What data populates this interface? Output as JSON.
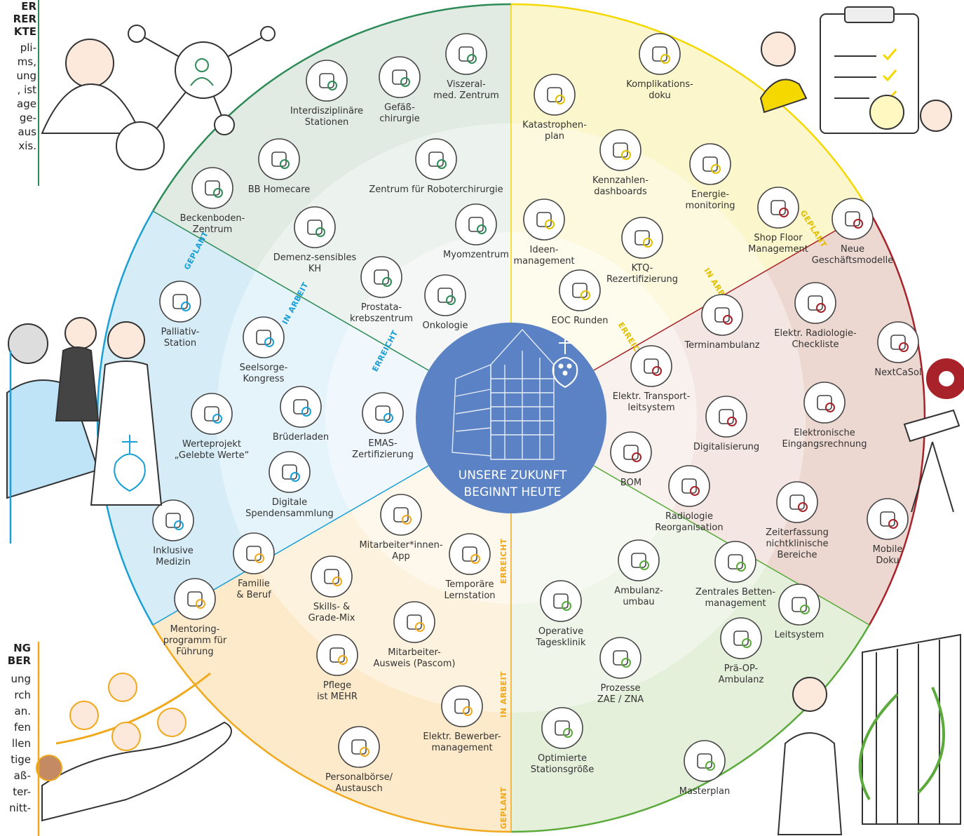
{
  "center": {
    "line1": "UNSERE ZUKUNFT",
    "line2": "BEGINNT HEUTE"
  },
  "colors": {
    "green": "#2e8b57",
    "green_fill": "#dfe9e1",
    "yellow": "#f5d800",
    "yellow_fill": "#fbf5c8",
    "red": "#a8222a",
    "red_fill": "#ecd6cf",
    "blue": "#1a9fd6",
    "blue_fill": "#d4ecf8",
    "orange": "#f0a81c",
    "orange_fill": "#fce9c7",
    "lime": "#5aaa3c",
    "lime_fill": "#e4efd9",
    "hub": "#5b82c4"
  },
  "ring_labels": {
    "blue": [
      "GEPLANT",
      "IN ARBEIT",
      "ERREICHT"
    ],
    "yellow": [
      "GEPLANT",
      "IN ARBEIT",
      "ERREICHT"
    ],
    "orange": [
      "ERREICHT",
      "IN ARBEIT",
      "GEPLANT"
    ]
  },
  "nodes": [
    {
      "id": "viszeral",
      "lines": [
        "Viszeral-",
        "med. Zentrum"
      ],
      "icon": "organ-icon"
    },
    {
      "id": "gefaess",
      "lines": [
        "Gefäß-",
        "chirurgie"
      ],
      "icon": "rsg-2025-icon"
    },
    {
      "id": "interdisziplinaer",
      "lines": [
        "Interdisziplinäre",
        "Stationen"
      ],
      "icon": "people-cycle-icon"
    },
    {
      "id": "homecare",
      "lines": [
        "BB Homecare"
      ],
      "icon": "house-hand-icon"
    },
    {
      "id": "robot",
      "lines": [
        "Zentrum für Roboterchirurgie"
      ],
      "icon": "robot-arm-icon"
    },
    {
      "id": "beckenboden",
      "lines": [
        "Beckenboden-",
        "Zentrum"
      ],
      "icon": "pelvis-icon"
    },
    {
      "id": "demenz",
      "lines": [
        "Demenz-sensibles",
        "KH"
      ],
      "icon": "head-puzzle-icon"
    },
    {
      "id": "myom",
      "lines": [
        "Myomzentrum"
      ],
      "icon": "uterus-icon"
    },
    {
      "id": "prostata",
      "lines": [
        "Prostata-",
        "krebszentrum"
      ],
      "icon": "ribbon-icon"
    },
    {
      "id": "onkologie",
      "lines": [
        "Onkologie"
      ],
      "icon": "cancer-ribbon-icon"
    },
    {
      "id": "palliativ",
      "lines": [
        "Palliativ-",
        "Station"
      ],
      "icon": "heart-hands-icon"
    },
    {
      "id": "seelsorge",
      "lines": [
        "Seelsorge-",
        "Kongress"
      ],
      "icon": "audience-icon"
    },
    {
      "id": "werte",
      "lines": [
        "Werteprojekt",
        "„Gelebte Werte“"
      ],
      "icon": "compass-icon"
    },
    {
      "id": "brueder",
      "lines": [
        "Brüderladen"
      ],
      "icon": "shop-icon"
    },
    {
      "id": "emas",
      "lines": [
        "EMAS-",
        "Zertifizierung"
      ],
      "icon": "eu-leaf-icon"
    },
    {
      "id": "spenden",
      "lines": [
        "Digitale",
        "Spendensammlung"
      ],
      "icon": "euro-coin-icon"
    },
    {
      "id": "inklusiv",
      "lines": [
        "Inklusive",
        "Medizin"
      ],
      "icon": "inclusion-icon"
    },
    {
      "id": "familie",
      "lines": [
        "Familie",
        "& Beruf"
      ],
      "icon": "scale-icon"
    },
    {
      "id": "mentoring",
      "lines": [
        "Mentoring-",
        "programm für",
        "Führung"
      ],
      "icon": "stairs-icon"
    },
    {
      "id": "app",
      "lines": [
        "Mitarbeiter*innen-",
        "App"
      ],
      "icon": "phone-people-icon"
    },
    {
      "id": "lernstation",
      "lines": [
        "Temporäre",
        "Lernstation"
      ],
      "icon": "lightbulb-icon"
    },
    {
      "id": "skills",
      "lines": [
        "Skills- &",
        "Grade-Mix"
      ],
      "icon": "puzzle-icon"
    },
    {
      "id": "ausweis",
      "lines": [
        "Mitarbeiter-",
        "Ausweis (Pascom)"
      ],
      "icon": "badge-icon"
    },
    {
      "id": "pflege",
      "lines": [
        "Pflege",
        "ist MEHR"
      ],
      "icon": "nurse-cape-icon"
    },
    {
      "id": "bewerber",
      "lines": [
        "Elektr. Bewerber-",
        "management"
      ],
      "icon": "applicant-icon"
    },
    {
      "id": "personal",
      "lines": [
        "Personalbörse/",
        "Austausch"
      ],
      "icon": "exchange-icon"
    },
    {
      "id": "komplikation",
      "lines": [
        "Komplikations-",
        "doku"
      ],
      "icon": "document-icon"
    },
    {
      "id": "katastrophe",
      "lines": [
        "Katastrophen-",
        "plan"
      ],
      "icon": "alarm-light-icon"
    },
    {
      "id": "kennzahlen",
      "lines": [
        "Kennzahlen-",
        "dashboards"
      ],
      "icon": "dashboard-icon"
    },
    {
      "id": "energie",
      "lines": [
        "Energie-",
        "monitoring"
      ],
      "icon": "gauge-icon"
    },
    {
      "id": "ideen",
      "lines": [
        "Ideen-",
        "management"
      ],
      "icon": "idea-bulb-icon"
    },
    {
      "id": "ktq",
      "lines": [
        "KTQ-",
        "Rezertifizierung"
      ],
      "icon": "ktq-cross-icon"
    },
    {
      "id": "eoc",
      "lines": [
        "EOC Runden"
      ],
      "icon": "magnifier-cycle-icon"
    },
    {
      "id": "shopfloor",
      "lines": [
        "Shop Floor",
        "Management"
      ],
      "icon": "team-board-icon"
    },
    {
      "id": "geschaeft",
      "lines": [
        "Neue",
        "Geschäftsmodelle"
      ],
      "icon": "euro-gear-icon"
    },
    {
      "id": "termin",
      "lines": [
        "Terminambulanz"
      ],
      "icon": "calendar-icon"
    },
    {
      "id": "radiocheck",
      "lines": [
        "Elektr. Radiologie-",
        "Checkliste"
      ],
      "icon": "checklist-icon"
    },
    {
      "id": "nextcasol",
      "lines": [
        "NextCaSol"
      ],
      "icon": "info-plus-icon"
    },
    {
      "id": "transport",
      "lines": [
        "Elektr. Transport-",
        "leitsystem"
      ],
      "icon": "routing-icon"
    },
    {
      "id": "digital",
      "lines": [
        "Digitalisierung"
      ],
      "icon": "touch-circuit-icon"
    },
    {
      "id": "eingang",
      "lines": [
        "Elektronische",
        "Eingangsrechnung"
      ],
      "icon": "euro-circuit-icon"
    },
    {
      "id": "bom",
      "lines": [
        "BOM"
      ],
      "icon": "bom-icon"
    },
    {
      "id": "radioreorg",
      "lines": [
        "Radiologie",
        "Reorganisation"
      ],
      "icon": "xray-icon"
    },
    {
      "id": "zeit",
      "lines": [
        "Zeiterfassung",
        "nichtklinische",
        "Bereiche"
      ],
      "icon": "stopwatch-icon"
    },
    {
      "id": "mobile",
      "lines": [
        "Mobile",
        "Doku"
      ],
      "icon": "mobile-check-icon"
    },
    {
      "id": "ambulanz",
      "lines": [
        "Ambulanz-",
        "umbau"
      ],
      "icon": "tools-icon"
    },
    {
      "id": "betten",
      "lines": [
        "Zentrales Betten-",
        "management"
      ],
      "icon": "bed-check-icon"
    },
    {
      "id": "tagesklinik",
      "lines": [
        "Operative",
        "Tagesklinik"
      ],
      "icon": "hospital-building-icon"
    },
    {
      "id": "leitsystem",
      "lines": [
        "Leitsystem"
      ],
      "icon": "signpost-icon"
    },
    {
      "id": "zae",
      "lines": [
        "Prozesse",
        "ZAE / ZNA"
      ],
      "icon": "zae-zna-icon"
    },
    {
      "id": "praeop",
      "lines": [
        "Prä-OP-",
        "Ambulanz"
      ],
      "icon": "doctor-desk-icon"
    },
    {
      "id": "station",
      "lines": [
        "Optimierte",
        "Stationsgröße"
      ],
      "icon": "floorplan-icon"
    },
    {
      "id": "masterplan",
      "lines": [
        "Masterplan"
      ],
      "icon": "masterplan-2028-icon"
    }
  ],
  "side_texts": {
    "top": {
      "title": [
        "ER",
        "RER",
        "KTE"
      ],
      "body": [
        "pli-",
        "ms,",
        "ung",
        ", ist",
        "age",
        "ge-",
        "aus",
        "xis."
      ]
    },
    "bottom": {
      "title": [
        "NG",
        "BER"
      ],
      "body": [
        "ung",
        "rch",
        "an.",
        "fen",
        "llen",
        "tige",
        "aß-",
        "ter-",
        "nitt-"
      ]
    }
  }
}
